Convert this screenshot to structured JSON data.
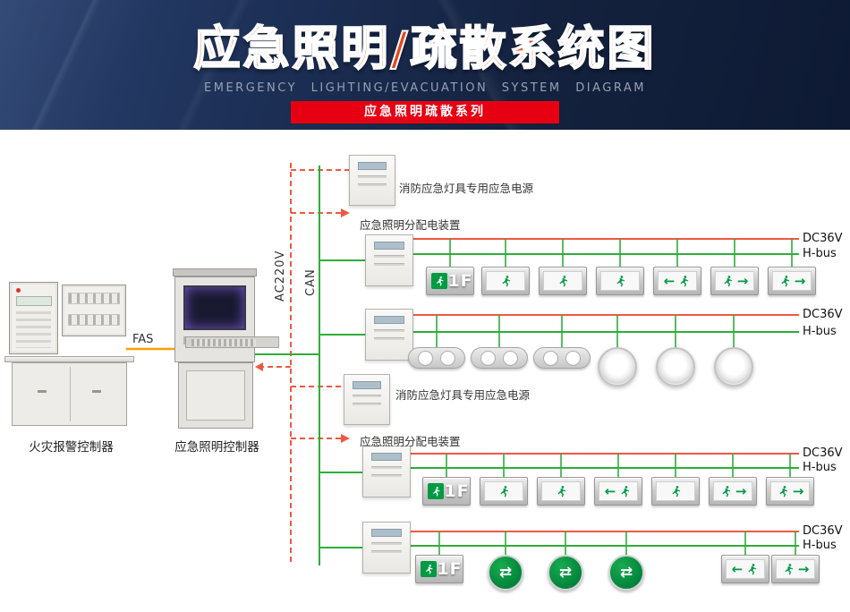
{
  "header": {
    "title": "应急照明/疏散系统图",
    "subtitle": "EMERGENCY LIGHTING/EVACUATION SYSTEM DIAGRAM",
    "banner": "应急照明疏散系列"
  },
  "left_devices": {
    "fire_alarm_label": "火灾报警控制器",
    "lighting_controller_label": "应急照明控制器"
  },
  "wiring": {
    "fas_label": "FAS",
    "ac_label": "AC220V",
    "can_label": "CAN"
  },
  "branches": {
    "power_supply_1_label": "消防应急灯具专用应急电源",
    "distribution_1_label": "应急照明分配电装置",
    "power_supply_2_label": "消防应急灯具专用应急电源",
    "distribution_2_label": "应急照明分配电装置"
  },
  "buses": [
    {
      "dc_label": "DC36V",
      "hbus_label": "H-bus"
    },
    {
      "dc_label": "DC36V",
      "hbus_label": "H-bus"
    },
    {
      "dc_label": "DC36V",
      "hbus_label": "H-bus"
    },
    {
      "dc_label": "DC36V",
      "hbus_label": "H-bus"
    }
  ],
  "signs": {
    "floor_label": "1F"
  },
  "icons": {
    "arrow_left": "←",
    "arrow_right": "→",
    "double_arrow": "⇄"
  },
  "colors": {
    "title_red": "#e8481d",
    "banner_red": "#e60012",
    "header_navy": "#14223f",
    "line_red": "#ef5844",
    "line_green": "#2eae3a",
    "line_orange": "#f5a100",
    "sign_green": "#009a44"
  }
}
